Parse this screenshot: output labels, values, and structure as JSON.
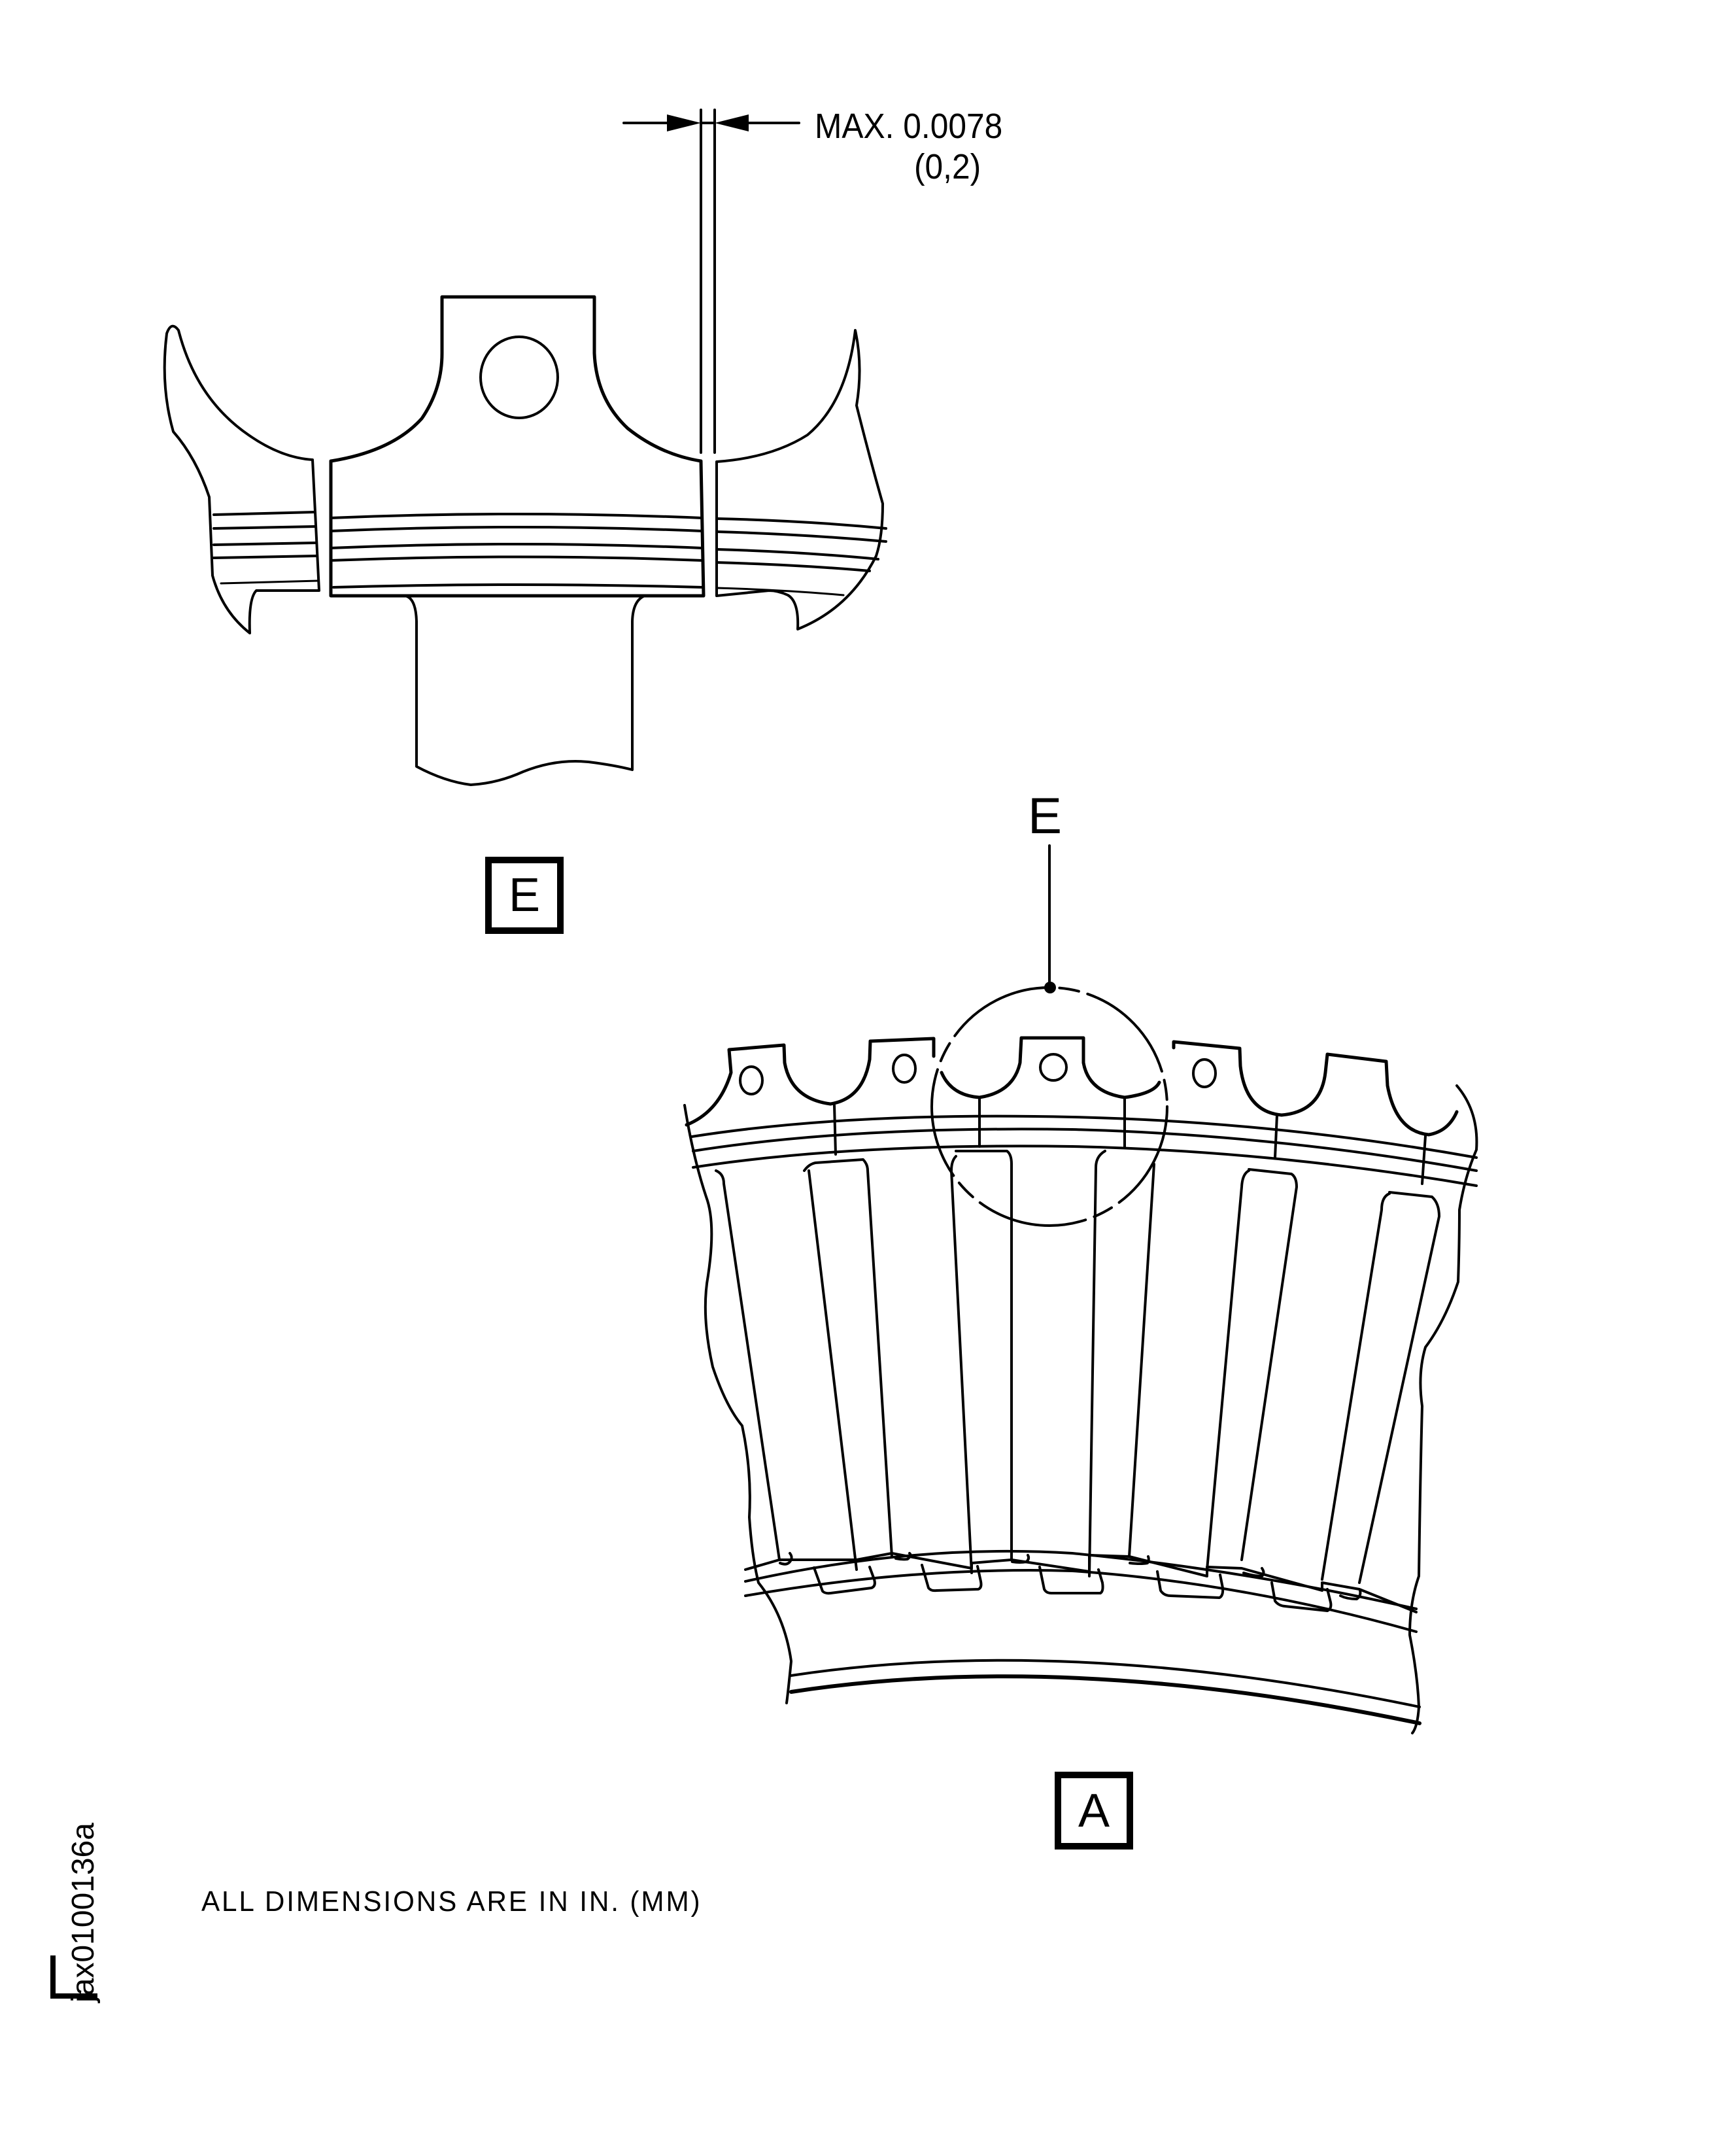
{
  "detail_view_e": {
    "dimension_label": "MAX. 0.0078",
    "dimension_metric": "(0,2)",
    "view_label": "E"
  },
  "view_a": {
    "callout_label": "E",
    "view_label": "A"
  },
  "notes": {
    "dimensions_note": "ALL DIMENSIONS ARE IN IN. (MM)"
  },
  "figure_id": "jax0100136a",
  "colors": {
    "line": "#000000",
    "background": "#ffffff"
  }
}
